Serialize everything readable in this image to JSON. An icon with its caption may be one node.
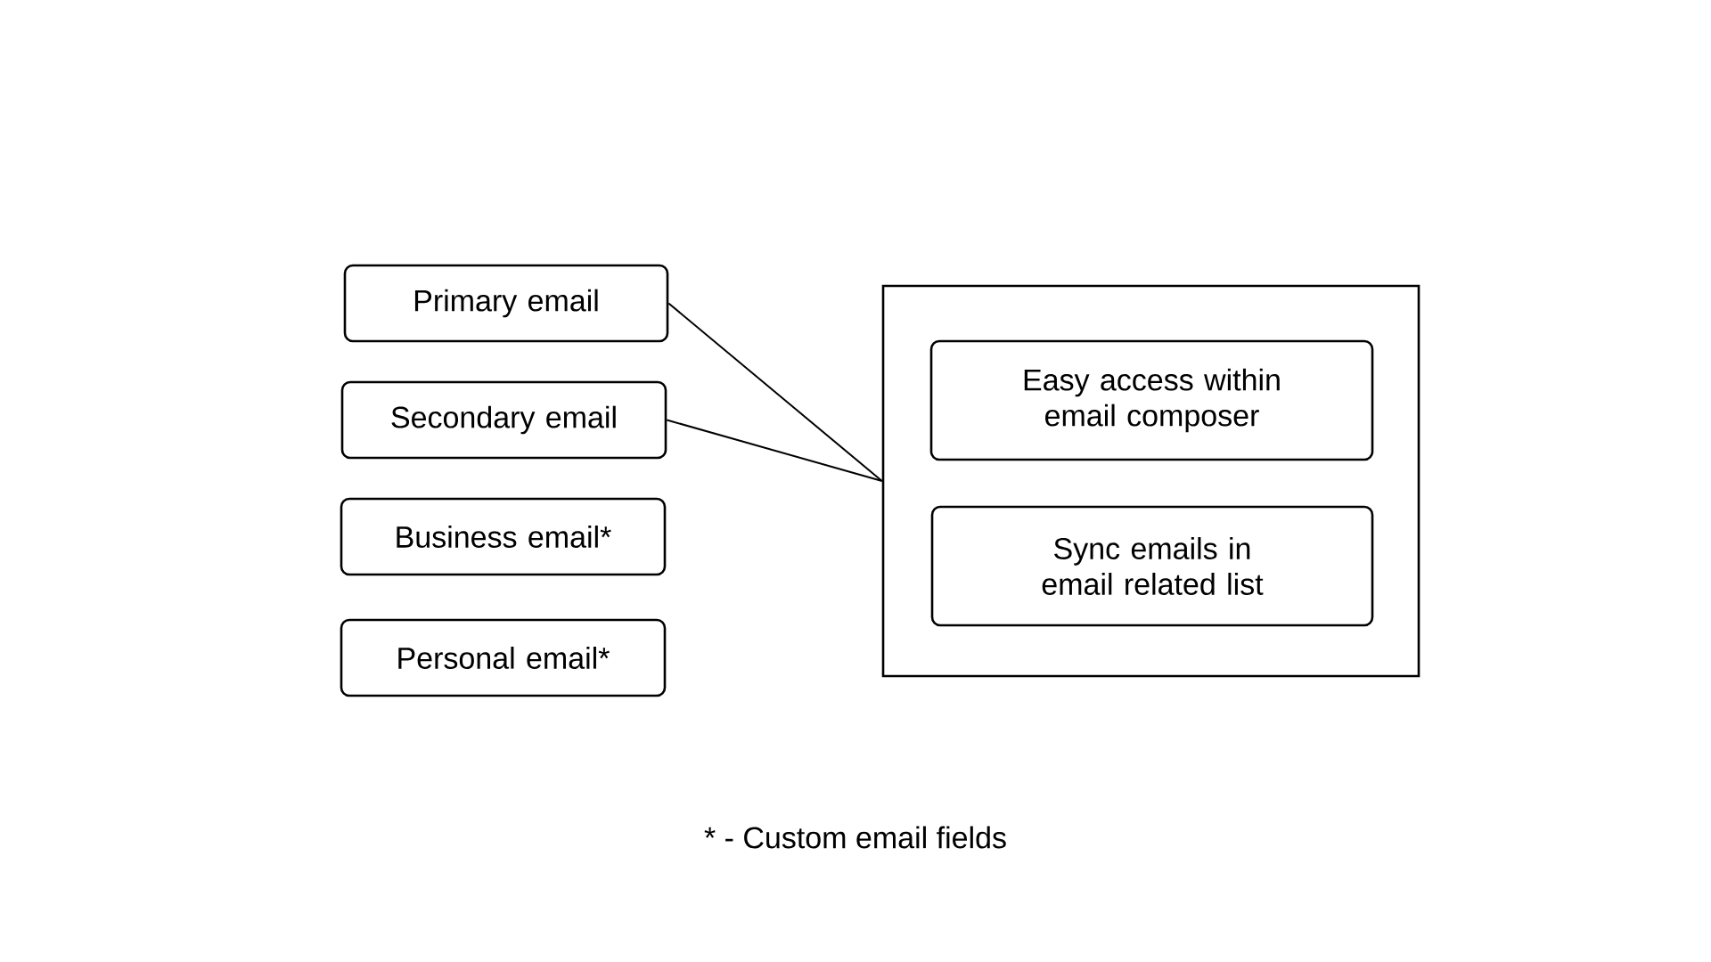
{
  "diagram": {
    "nodes": [
      {
        "text": [
          "Primary email"
        ]
      },
      {
        "text": [
          "Secondary email"
        ]
      },
      {
        "text": [
          "Business email*"
        ]
      },
      {
        "text": [
          "Personal email*"
        ]
      },
      {
        "text": [],
        "shape": "box"
      },
      {
        "text": [
          "Easy access within email composer"
        ],
        "in": 4
      },
      {
        "text": [
          "Sync emails in email related list"
        ],
        "in": 4
      }
    ],
    "edges": [
      {
        "from": 0,
        "to": 4,
        "arrow": "none"
      },
      {
        "from": 1,
        "to": 4,
        "arrow": "none"
      }
    ],
    "labels": [
      "* - Custom email fields"
    ]
  }
}
